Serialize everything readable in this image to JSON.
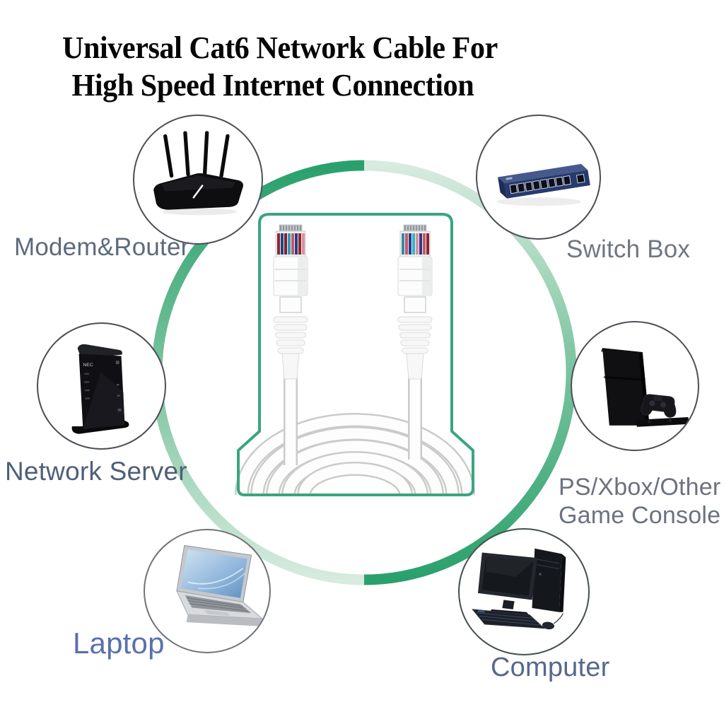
{
  "title": {
    "line1": "Universal Cat6 Network Cable For",
    "line2": "High Speed Internet Connection"
  },
  "center": {
    "icon": "ethernet-cable-icon",
    "description": "White Cat6 patch cable with two RJ45 connectors and coiled cable"
  },
  "devices": [
    {
      "id": "modem-router",
      "label": "Modem&Router",
      "icon": "router-icon"
    },
    {
      "id": "switch-box",
      "label": "Switch Box",
      "icon": "network-switch-icon"
    },
    {
      "id": "network-server",
      "label": "Network Server",
      "icon": "server-icon"
    },
    {
      "id": "game-console",
      "label_line1": "PS/Xbox/Other",
      "label_line2": "Game Console",
      "icon": "game-console-icon"
    },
    {
      "id": "laptop",
      "label": "Laptop",
      "icon": "laptop-icon"
    },
    {
      "id": "computer",
      "label": "Computer",
      "icon": "desktop-computer-icon"
    }
  ],
  "colors": {
    "background": "#ffffff",
    "title_text": "#060606",
    "ring_dark_green": "#2aa06c",
    "ring_mid_green": "#79c39d",
    "ring_pale_green": "#d7ebdf",
    "cable_box_border": "#3aa57e",
    "label_modem_router": "#5d6a7c",
    "label_switch_box": "#6e7781",
    "label_network_server": "#4e6078",
    "label_game_console": "#6b7280",
    "label_laptop": "#5a6fae",
    "label_computer": "#57688d"
  }
}
